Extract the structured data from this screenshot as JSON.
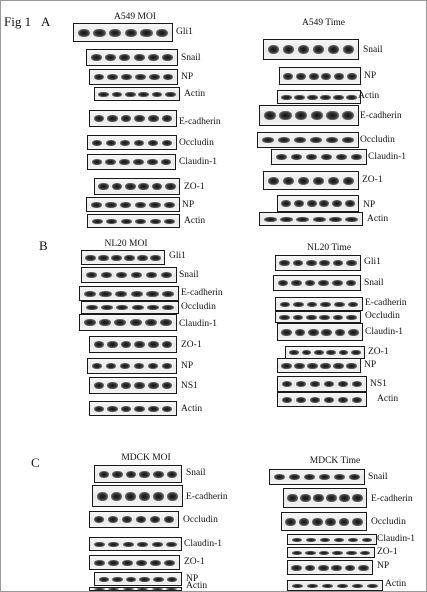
{
  "figure": {
    "title": "Fig 1",
    "panels": [
      {
        "letter": "A",
        "left_header": "A549 MOI",
        "right_header": "A549  Time",
        "left_labels": [
          "Gli1",
          "Snail",
          "NP",
          "Actin",
          "E-cadherin",
          "Occludin",
          "Claudin-1",
          "ZO-1",
          "NP",
          "Actin"
        ],
        "right_labels": [
          "Snail",
          "NP",
          "Actin",
          "E-cadherin",
          "Occludin",
          "Claudin-1",
          "ZO-1",
          "NP",
          "Actin"
        ]
      },
      {
        "letter": "B",
        "left_header": "NL20  MOI",
        "right_header": "NL20  Time",
        "left_labels": [
          "Gli1",
          "Snail",
          "E-cadherin",
          "Occludin",
          "Claudin-1",
          "ZO-1",
          "NP",
          "NS1",
          "Actin"
        ],
        "right_labels": [
          "Gli1",
          "Snail",
          "E-cadherin",
          "Occludin",
          "Claudin-1",
          "ZO-1",
          "NP",
          "NS1",
          "Actin"
        ]
      },
      {
        "letter": "C",
        "left_header": "MDCK  MOI",
        "right_header": "MDCK  Time",
        "left_labels": [
          "Snail",
          "E-cadherin",
          "Occludin",
          "Claudin-1",
          "ZO-1",
          "NP",
          "Actin"
        ],
        "right_labels": [
          "Snail",
          "E-cadherin",
          "Occludin",
          "Claudin-1",
          "ZO-1",
          "NP",
          "Actin"
        ]
      }
    ]
  }
}
